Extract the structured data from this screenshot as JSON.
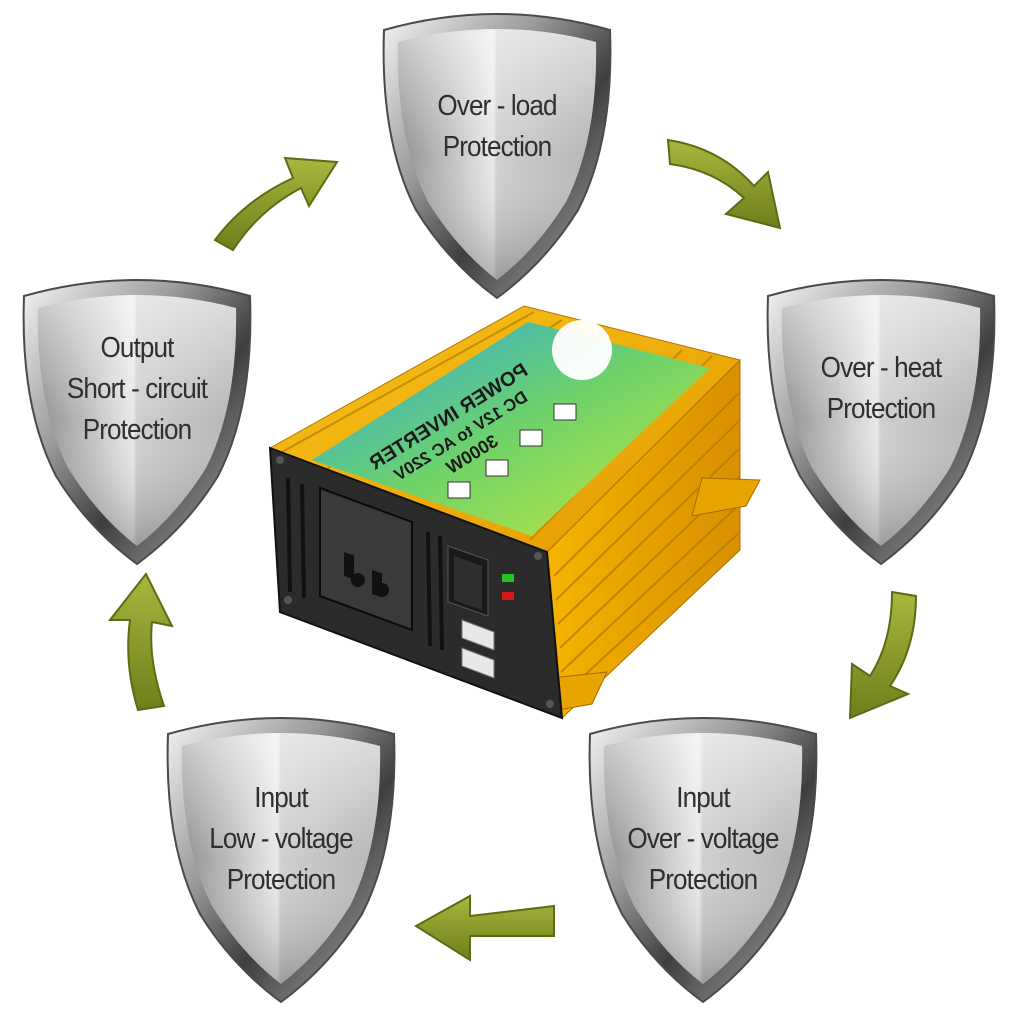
{
  "colors": {
    "arrow": "#8a9a2c",
    "arrow_shadow": "#5c6b14",
    "shield_rim": "#5f5f5f",
    "shield_face": "#d4d4d4",
    "inverter_body": "#f2a800",
    "inverter_front": "#2b2b2b",
    "led_green": "#22c322",
    "led_red": "#d41a1a"
  },
  "protections": [
    {
      "id": "over-load",
      "lines": [
        "Over - load",
        "Protection"
      ]
    },
    {
      "id": "over-heat",
      "lines": [
        "Over - heat",
        "Protection"
      ]
    },
    {
      "id": "input-over-voltage",
      "lines": [
        "Input",
        "Over - voltage",
        "Protection"
      ]
    },
    {
      "id": "input-low-voltage",
      "lines": [
        "Input",
        "Low - voltage",
        "Protection"
      ]
    },
    {
      "id": "output-short-circuit",
      "lines": [
        "Output",
        "Short - circuit",
        "Protection"
      ]
    }
  ],
  "product": {
    "label_line1": "POWER INVERTER",
    "label_line2": "DC 12V to AC 220V",
    "label_line3": "3000W"
  },
  "icons": [
    "circular-arrow-icon",
    "shield-icon",
    "inverter-product-image",
    "ac-socket-icon",
    "power-switch-icon",
    "usb-port-icon",
    "led-indicator-icon"
  ]
}
